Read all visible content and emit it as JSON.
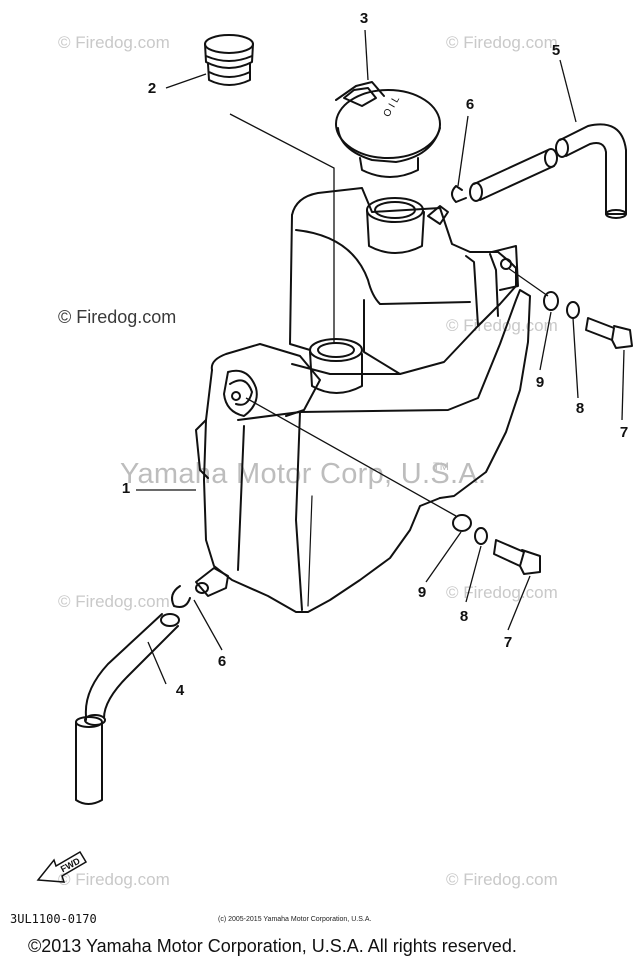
{
  "watermarks": {
    "firedog": "© Firedog.com",
    "brand": "Yamaha Motor Corp, U.S.A.",
    "tm": "TM"
  },
  "callouts": {
    "c1": "1",
    "c2": "2",
    "c3": "3",
    "c4": "4",
    "c5": "5",
    "c6a": "6",
    "c6b": "6",
    "c7a": "7",
    "c7b": "7",
    "c8a": "8",
    "c8b": "8",
    "c9a": "9",
    "c9b": "9"
  },
  "cap_text": "OIL",
  "fwd_label": "FWD",
  "diagram_code": "3UL1100-0170",
  "small_copyright": "(c) 2005-2015 Yamaha Motor Corporation, U.S.A.",
  "footer_copyright": "©2013 Yamaha Motor Corporation, U.S.A. All rights reserved."
}
